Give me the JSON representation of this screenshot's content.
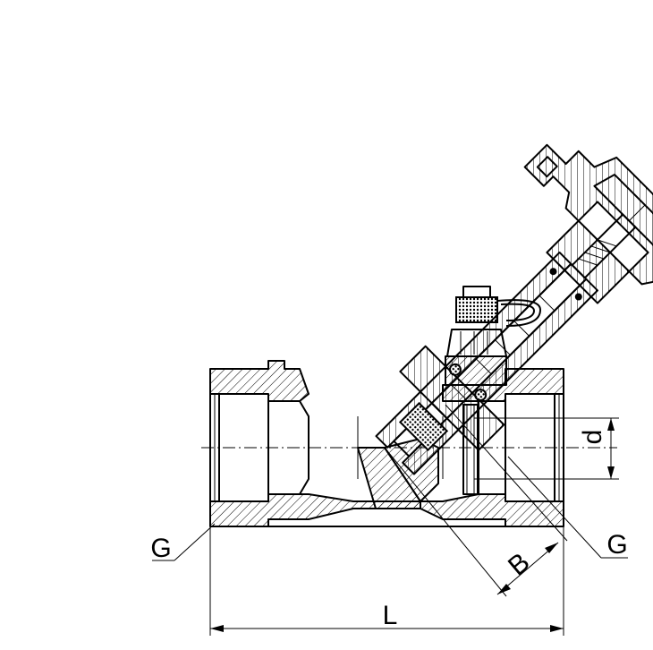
{
  "labels": {
    "g_left": "G",
    "g_right": "G",
    "b": "B",
    "d": "d",
    "l": "L"
  },
  "colors": {
    "line": "#000000",
    "background": "#ffffff"
  }
}
